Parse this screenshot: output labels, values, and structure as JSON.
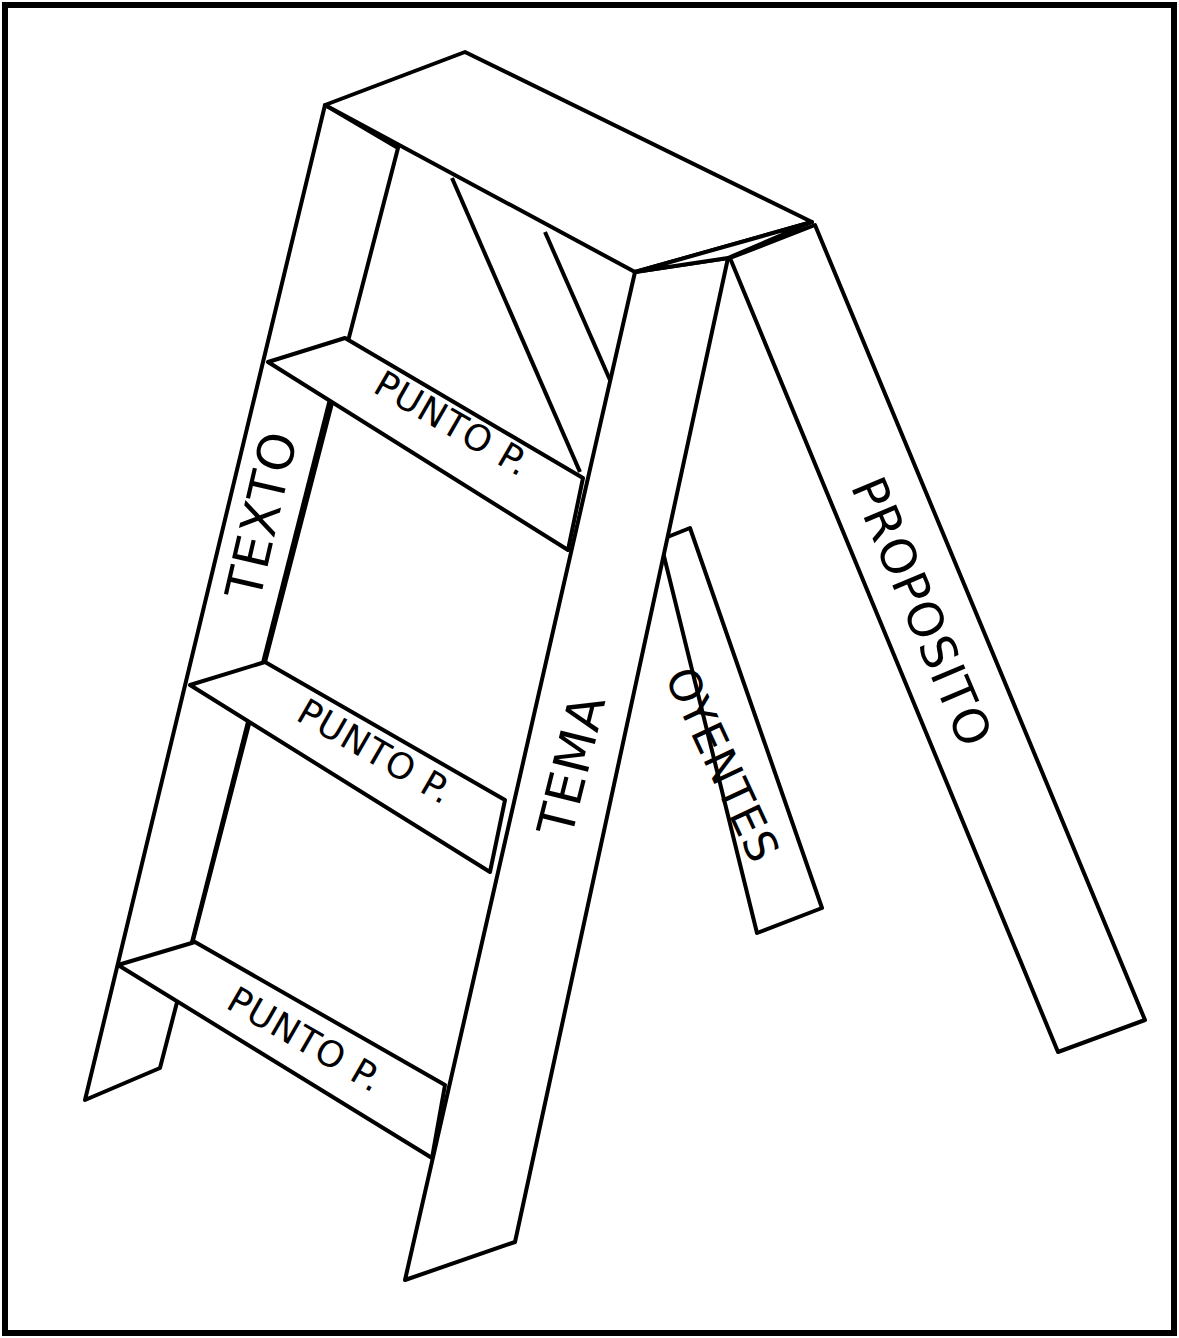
{
  "diagram": {
    "labels": [
      "TEXTO",
      "PUNTO P.",
      "PUNTO P.",
      "PUNTO P.",
      "TEMA",
      "OYENTES",
      "PROPOSITO"
    ]
  }
}
